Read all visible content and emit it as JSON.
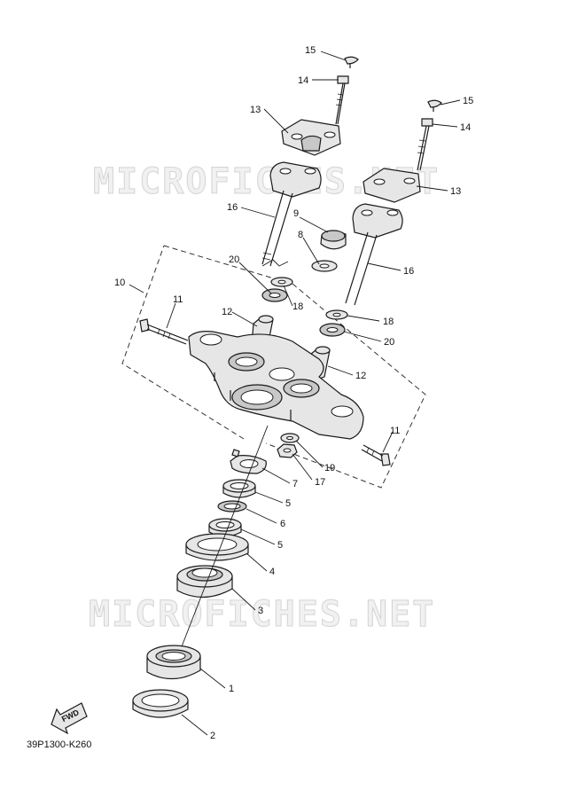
{
  "watermark": {
    "text": "MICROFICHES.NET"
  },
  "diagram_code": "39P1300-K260",
  "fwd_label": "FWD",
  "callouts": {
    "c1": "1",
    "c2": "2",
    "c3": "3",
    "c4": "4",
    "c5a": "5",
    "c5b": "5",
    "c6": "6",
    "c7": "7",
    "c8": "8",
    "c9": "9",
    "c10": "10",
    "c11a": "11",
    "c11b": "11",
    "c12a": "12",
    "c12b": "12",
    "c13a": "13",
    "c13b": "13",
    "c14a": "14",
    "c14b": "14",
    "c15a": "15",
    "c15b": "15",
    "c16a": "16",
    "c16b": "16",
    "c17": "17",
    "c18a": "18",
    "c18b": "18",
    "c19": "19",
    "c20a": "20",
    "c20b": "20"
  }
}
